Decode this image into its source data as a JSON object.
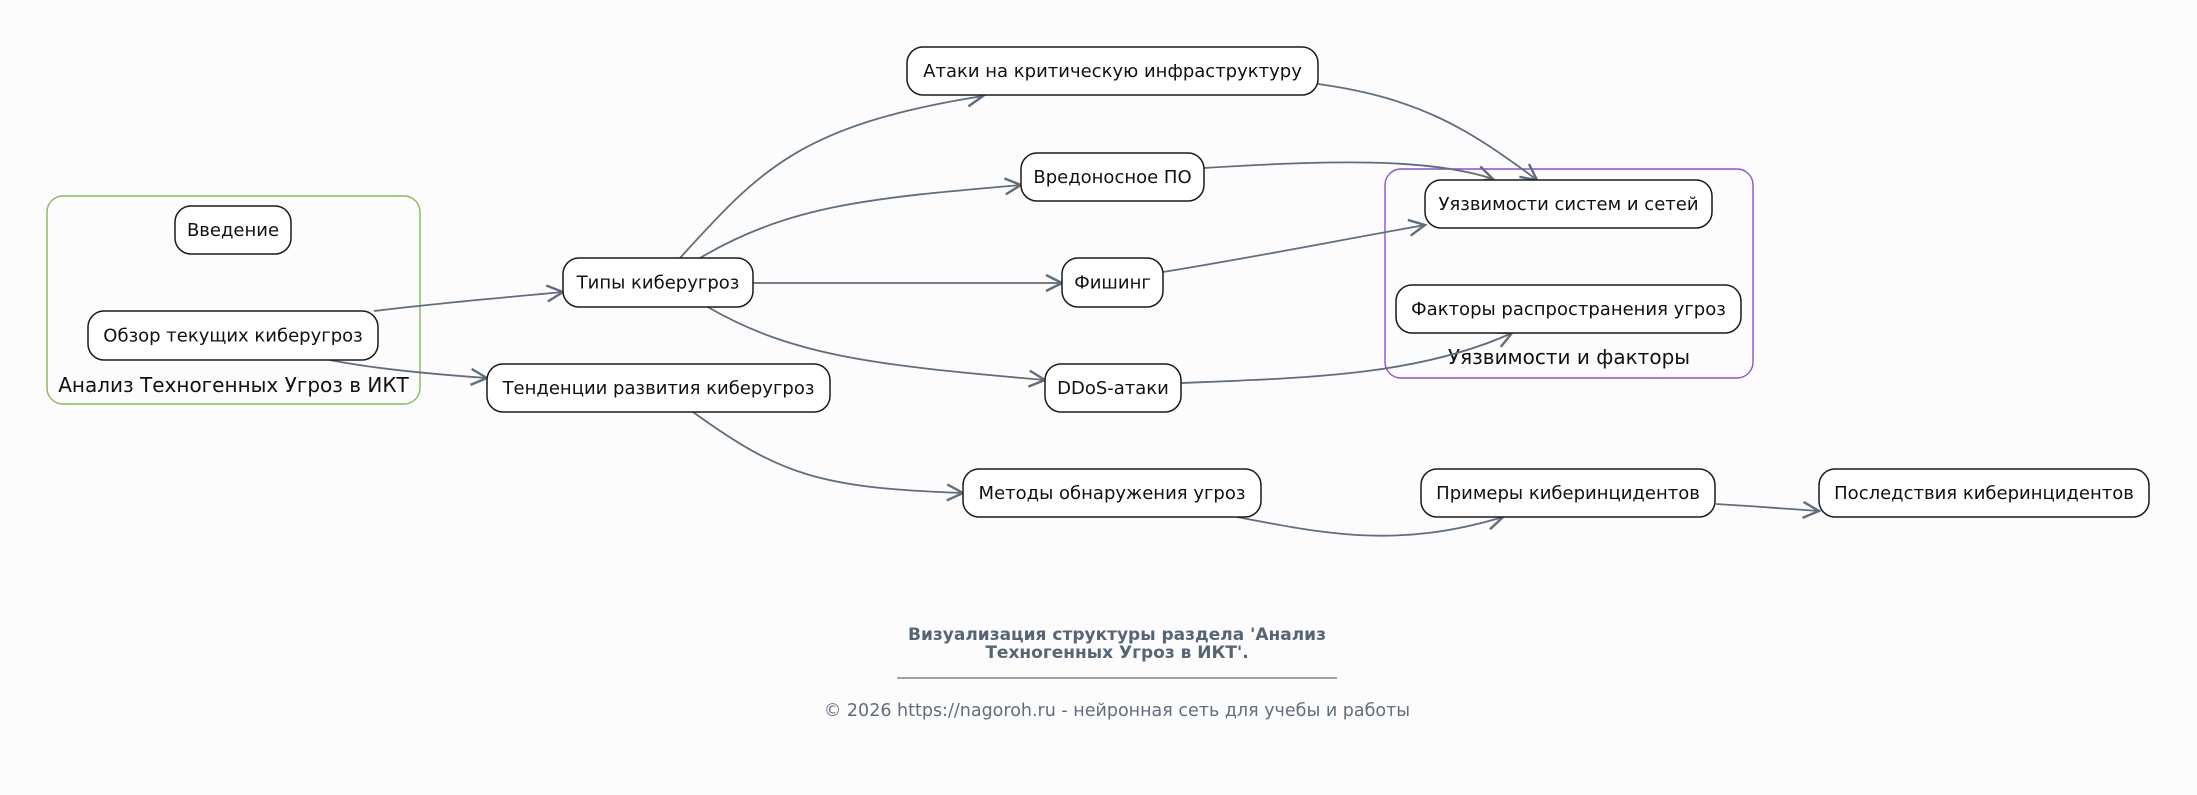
{
  "colors": {
    "background": "#fdfcfd",
    "edge": "#5f6e7c",
    "cluster_main": "#8db55a",
    "cluster_vuln": "#8a4fd6",
    "footer_text": "#566575"
  },
  "clusters": [
    {
      "id": "main",
      "label": "Анализ Техногенных Угроз в ИКТ",
      "color_key": "cluster_main"
    },
    {
      "id": "vuln",
      "label": "Уязвимости и факторы",
      "color_key": "cluster_vuln"
    }
  ],
  "nodes": [
    {
      "id": "intro",
      "label": "Введение",
      "cluster": "main"
    },
    {
      "id": "overview",
      "label": "Обзор текущих киберугроз",
      "cluster": "main"
    },
    {
      "id": "types",
      "label": "Типы киберугроз"
    },
    {
      "id": "trends",
      "label": "Тенденции развития киберугроз"
    },
    {
      "id": "infra",
      "label": "Атаки на критическую инфраструктуру"
    },
    {
      "id": "malware",
      "label": "Вредоносное ПО"
    },
    {
      "id": "phishing",
      "label": "Фишинг"
    },
    {
      "id": "ddos",
      "label": "DDoS-атаки"
    },
    {
      "id": "detection",
      "label": "Методы обнаружения угроз"
    },
    {
      "id": "vulns",
      "label": "Уязвимости систем и сетей",
      "cluster": "vuln"
    },
    {
      "id": "factors",
      "label": "Факторы распространения угроз",
      "cluster": "vuln"
    },
    {
      "id": "examples",
      "label": "Примеры киберинцидентов"
    },
    {
      "id": "consequences",
      "label": "Последствия киберинцидентов"
    }
  ],
  "edges": [
    {
      "from": "overview",
      "to": "types"
    },
    {
      "from": "overview",
      "to": "trends"
    },
    {
      "from": "types",
      "to": "infra"
    },
    {
      "from": "types",
      "to": "malware"
    },
    {
      "from": "types",
      "to": "phishing"
    },
    {
      "from": "types",
      "to": "ddos"
    },
    {
      "from": "infra",
      "to": "vulns"
    },
    {
      "from": "malware",
      "to": "vulns"
    },
    {
      "from": "phishing",
      "to": "vulns"
    },
    {
      "from": "ddos",
      "to": "factors"
    },
    {
      "from": "trends",
      "to": "detection"
    },
    {
      "from": "detection",
      "to": "examples"
    },
    {
      "from": "examples",
      "to": "consequences"
    }
  ],
  "footer": {
    "title_line1": "Визуализация структуры раздела 'Анализ",
    "title_line2": "Техногенных Угроз в ИКТ'.",
    "copyright": "© 2026 https://nagoroh.ru - нейронная сеть для учебы и работы"
  }
}
